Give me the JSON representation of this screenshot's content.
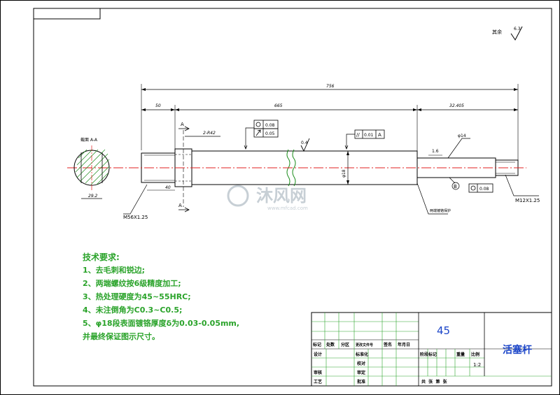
{
  "drawing": {
    "overall_length": "756",
    "dim_left_thread_len": "50",
    "dim_middle_len": "665",
    "dim_right_len": "32.405",
    "dim_flat_len": "2-R42",
    "dim_left_small": "40",
    "dim_section_width": "29.2",
    "dim_shaft_diameter": "φ18",
    "dim_right_diameter": "φ14",
    "dim_small_len": "1.6",
    "thread_left": "M56X1.25",
    "thread_right": "M12X1.25",
    "section_title": "截面 A-A",
    "section_mark": "A",
    "datum_label": "B",
    "surface_roughness_main": "0.4",
    "surface_roughness_other": "6.3",
    "roughness_prefix": "其余",
    "tolerance_cylindricity": "0.08",
    "tolerance_runout": "0.05",
    "tolerance_parallel_symbol": "//",
    "tolerance_parallel_value": "0.01",
    "tolerance_parallel_datum": "A",
    "tolerance_roundness_right": "0.08",
    "leader_note": "两端镀铬保护"
  },
  "watermark": {
    "brand": "沐风网",
    "url": "www.mfcad.com"
  },
  "tech": {
    "title": "技术要求:",
    "items": [
      "1、去毛刺和锐边;",
      "2、两端螺纹按6级精度加工;",
      "3、热处理硬度为45~55HRC;",
      "4、未注倒角为C0.3~C0.5;",
      "5、φ18段表面镀铬厚度δ为0.03-0.05mm,",
      "并最终保证图示尺寸。"
    ]
  },
  "title_block": {
    "material": "45",
    "part_name": "活塞杆",
    "header_labels": [
      "标记",
      "处数",
      "分区",
      "更改文件号",
      "签名",
      "年月日"
    ],
    "designer_label": "设计",
    "standardize_label": "标准化",
    "stage_label": "阶段标记",
    "weight_label": "重量",
    "scale_label": "比例",
    "scale_value": "1:2",
    "checker_label": "审核",
    "craft_label": "工艺",
    "approve_label": "批准",
    "proofread_label": "校对",
    "review_label": "审定",
    "sheets_label": "共  张  第  张"
  },
  "colors": {
    "line": "#000000",
    "centerline": "#e02020",
    "green": "#2aa32a",
    "dim_green": "#2aa32a",
    "blue": "#1a44c8",
    "watermark": "#9aa8b4"
  }
}
